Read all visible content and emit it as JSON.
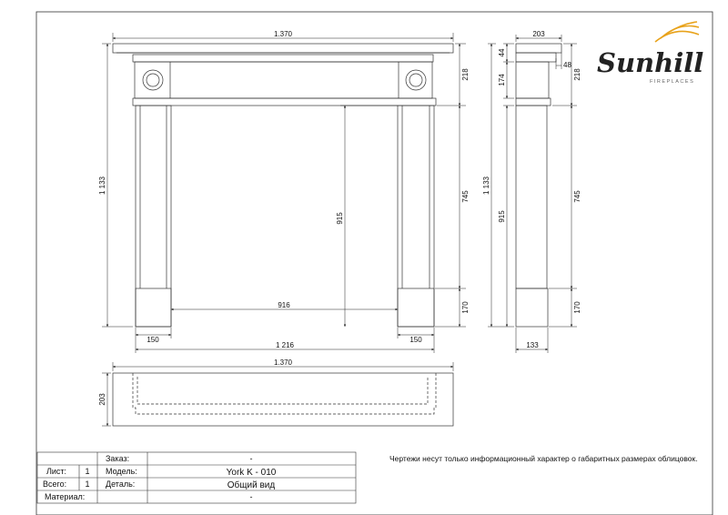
{
  "brand": {
    "logo_text": "Sunhill",
    "logo_sub": "FIREPLACES"
  },
  "dims": {
    "front_total_width": "1.370",
    "front_total_height": "1 133",
    "front_top_section": "218",
    "front_leg_height": "745",
    "front_base_height": "170",
    "front_opening_height": "915",
    "front_opening_width": "916",
    "front_leg_width_left": "150",
    "front_leg_width_right": "150",
    "front_inner_width": "1 216",
    "side_depth_top": "203",
    "side_shelf_thickness": "44",
    "side_frieze": "174",
    "side_total_height": "1 133",
    "side_opening_height": "915",
    "side_offset": "48",
    "side_top_section": "218",
    "side_leg_height": "745",
    "side_base_height": "170",
    "side_depth_bottom": "133",
    "plan_width": "1.370",
    "plan_depth": "203"
  },
  "title_block": {
    "order_label": "Заказ:",
    "order_value": "-",
    "sheet_label": "Лист:",
    "sheet_value": "1",
    "model_label": "Модель:",
    "model_value": "York K - 010",
    "total_label": "Всего:",
    "total_value": "1",
    "detail_label": "Деталь:",
    "detail_value": "Общий вид",
    "material_label": "Материал:",
    "material_value": "-"
  },
  "note": "Чертежи несут только информационный характер о габаритных размерах облицовок."
}
